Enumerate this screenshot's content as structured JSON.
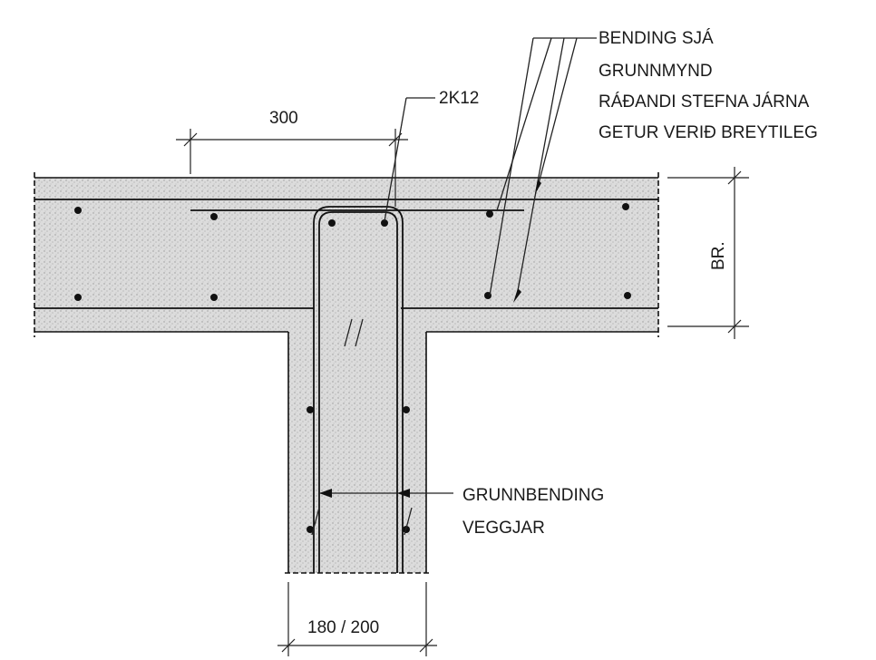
{
  "labels": {
    "dim_300": "300",
    "bar_2k12": "2K12",
    "note_line1": "BENDING SJÁ",
    "note_line2": "GRUNNMYND",
    "note_line3": "RÁÐANDI STEFNA JÁRNA",
    "note_line4": "GETUR VERIÐ BREYTILEG",
    "dim_br": "BR.",
    "wall_line1": "GRUNNBENDING",
    "wall_line2": "VEGGJAR",
    "dim_wall": "180 / 200"
  },
  "colors": {
    "concrete_fill": "#d9d9d9",
    "ink": "#111111"
  }
}
